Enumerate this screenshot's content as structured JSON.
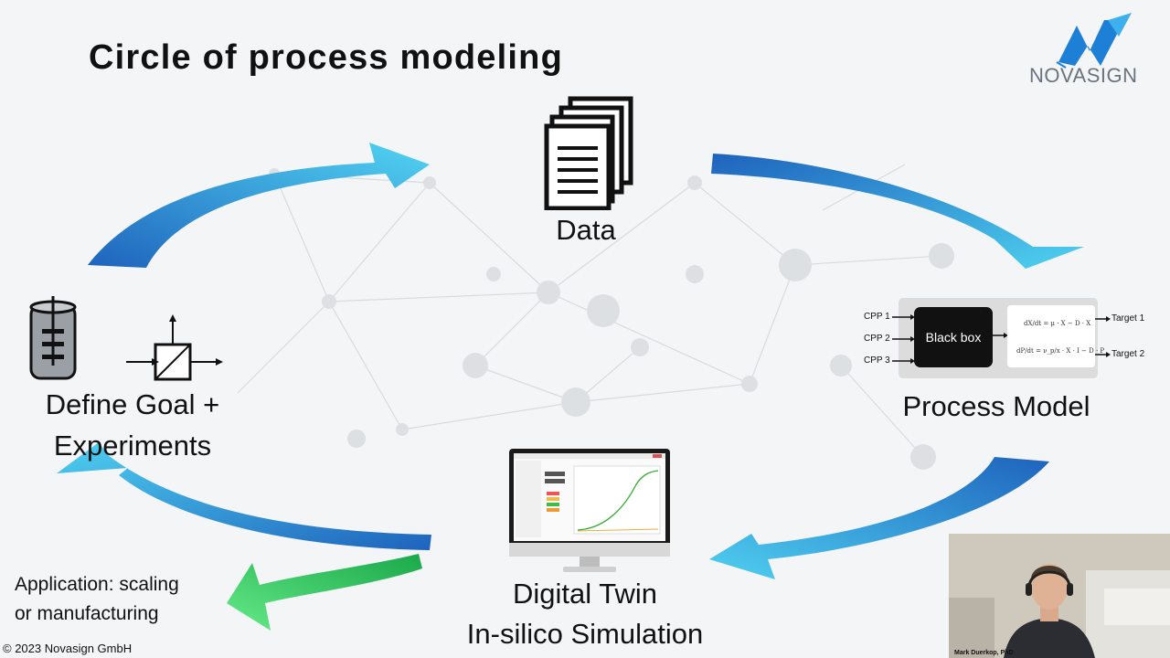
{
  "slide": {
    "title": "Circle of process modeling",
    "logo_text": "NOVASIGN",
    "copyright": "© 2023 Novasign GmbH"
  },
  "nodes": {
    "data": {
      "label": "Data",
      "icon": "documents-icon"
    },
    "define": {
      "label_line1": "Define Goal +",
      "label_line2": "Experiments",
      "icon": "bioreactor-icon"
    },
    "process_model": {
      "label": "Process Model",
      "inputs": [
        "CPP 1",
        "CPP 2",
        "CPP 3"
      ],
      "box_label": "Black box",
      "targets": [
        "Target 1",
        "Target 2"
      ],
      "eq1": "dX/dt = μ · X − D · X",
      "eq2": "dP/dt = ν_p/x · X · I − D · P"
    },
    "digital_twin": {
      "label_line1": "Digital Twin",
      "label_line2": "In-silico Simulation",
      "icon": "monitor-icon"
    },
    "application": {
      "label_line1": "Application: scaling",
      "label_line2": "or manufacturing"
    }
  },
  "webcam": {
    "name": "Mark Duerkop, PhD"
  },
  "colors": {
    "arrow_dark": "#1e6fc4",
    "arrow_light": "#4fd0f0",
    "arrow_green": "#35d46a",
    "logo_blue": "#1e7fd6"
  }
}
